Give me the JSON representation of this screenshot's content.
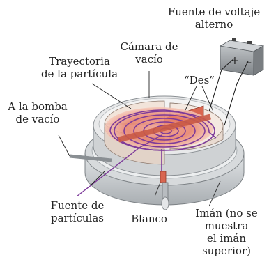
{
  "labels": {
    "voltage_source": [
      "Fuente de voltaje",
      "alterno"
    ],
    "vacuum_chamber": [
      "Cámara de",
      "vacío"
    ],
    "particle_path": [
      "Trayectoria",
      "de la partícula"
    ],
    "dees": "“Des”",
    "pump": [
      "A la bomba",
      "de vacío"
    ],
    "particle_source": [
      "Fuente de",
      "partículas"
    ],
    "target": "Blanco",
    "magnet": [
      "Imán (no se",
      "muestra",
      "el imán",
      "superior)"
    ]
  },
  "battery_symbols": {
    "plus": "+",
    "minus": "–"
  },
  "colors": {
    "text": "#222222",
    "dee_fill": "#f1e6de",
    "spiral": "#7d3a9a",
    "magnet": "#cfd3d6",
    "chamber": "#e5e5e5",
    "glow": "#e0694f"
  }
}
